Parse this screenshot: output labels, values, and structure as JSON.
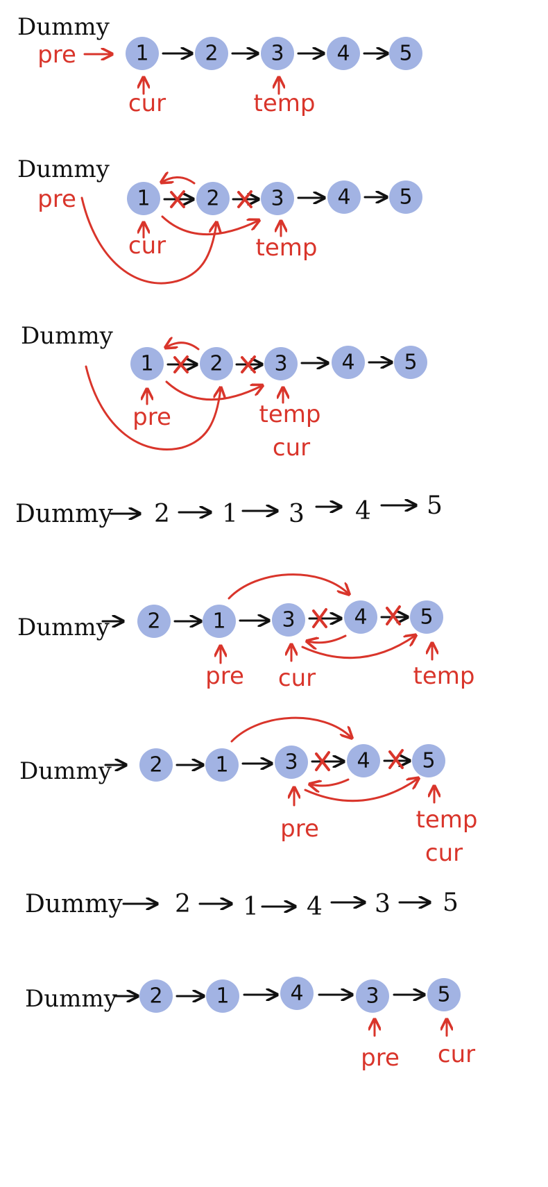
{
  "colors": {
    "node_fill": "#a2b3e3",
    "pointer": "#d9352b",
    "ink": "#111111"
  },
  "dummy": "Dummy",
  "pointers": {
    "pre": "pre",
    "cur": "cur",
    "temp": "temp"
  },
  "step1": {
    "nodes": [
      "1",
      "2",
      "3",
      "4",
      "5"
    ]
  },
  "step2": {
    "nodes": [
      "1",
      "2",
      "3",
      "4",
      "5"
    ]
  },
  "step3": {
    "nodes": [
      "1",
      "2",
      "3",
      "4",
      "5"
    ]
  },
  "result1": {
    "items": [
      "2",
      "1",
      "3",
      "4",
      "5"
    ]
  },
  "step5": {
    "nodes": [
      "2",
      "1",
      "3",
      "4",
      "5"
    ]
  },
  "step6": {
    "nodes": [
      "2",
      "1",
      "3",
      "4",
      "5"
    ]
  },
  "result2": {
    "items": [
      "2",
      "1",
      "4",
      "3",
      "5"
    ]
  },
  "step8": {
    "nodes": [
      "2",
      "1",
      "4",
      "3",
      "5"
    ]
  }
}
